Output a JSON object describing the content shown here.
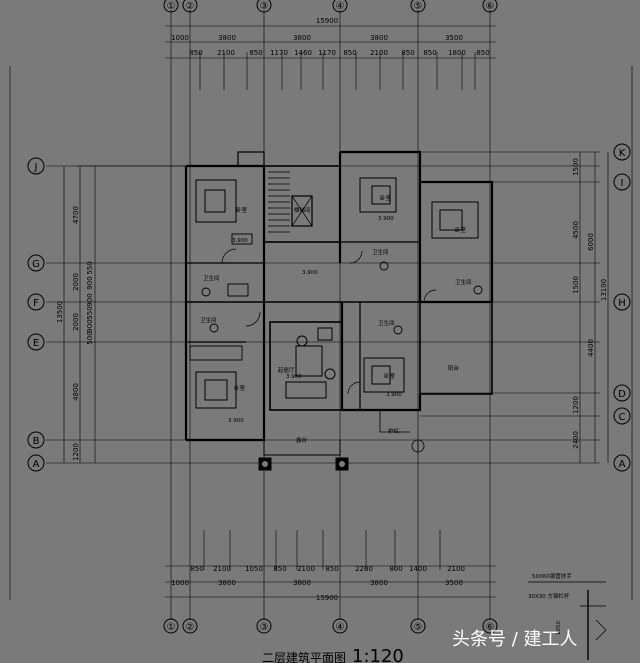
{
  "drawing": {
    "title": "二层建筑平面图",
    "scale": "1:120",
    "watermark": "头条号 / 建工人"
  },
  "axes": {
    "top": [
      "①",
      "②",
      "③",
      "④",
      "⑤",
      "⑥"
    ],
    "bottom": [
      "①",
      "②",
      "③",
      "④",
      "⑤",
      "⑥"
    ],
    "left": [
      "J",
      "G",
      "F",
      "E",
      "B",
      "A"
    ],
    "right": [
      "K",
      "I",
      "H",
      "D",
      "C",
      "A"
    ]
  },
  "dims": {
    "top_total": "15900",
    "top_axis": [
      "1000",
      "3800",
      "3800",
      "3800",
      "3500"
    ],
    "top_detail": [
      "850",
      "2100",
      "850",
      "1170",
      "1460",
      "1170",
      "850",
      "2100",
      "850",
      "850",
      "1800",
      "850"
    ],
    "bottom_detail": [
      "850",
      "2100",
      "1050",
      "850",
      "2100",
      "850",
      "2200",
      "800",
      "1400",
      "2100"
    ],
    "bottom_axis": [
      "1000",
      "3800",
      "3800",
      "3800",
      "3500"
    ],
    "bottom_total": "15900",
    "left_outer": "13500",
    "left_inner": [
      "4700",
      "2000",
      "2000",
      "550",
      "900",
      "900",
      "550",
      "900",
      "500",
      "4800",
      "1200"
    ],
    "right_outer": "13100",
    "right_mid": [
      "6000",
      "4400"
    ],
    "right_inner": [
      "1500",
      "4500",
      "1500",
      "1200",
      "2400"
    ]
  },
  "rooms": {
    "bedroom": "卧室",
    "bathroom": "卫生间",
    "balcony": "阳台",
    "terrace": "露台",
    "living": "起居厅",
    "stair": "楼梯间",
    "elev_3900": "3.900",
    "guardrail": "护栏"
  },
  "detail": {
    "label_1": "50X60钢管扶手",
    "label_2": "30X30 方钢栏杆",
    "label_3": "1050"
  },
  "colors": {
    "background": "#7a7a7a",
    "line": "#000000",
    "watermark": "#ffffff"
  }
}
